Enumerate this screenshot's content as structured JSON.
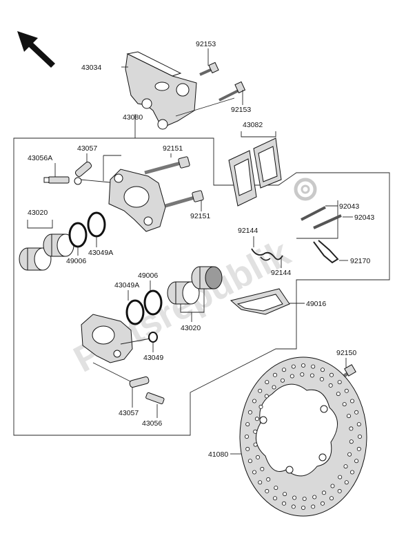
{
  "watermark": "Partsrepublik",
  "labels": {
    "l43034": "43034",
    "l92153a": "92153",
    "l92153b": "92153",
    "l43080": "43080",
    "l43082": "43082",
    "l43057a": "43057",
    "l43056A": "43056A",
    "l92151a": "92151",
    "l92151b": "92151",
    "l43020a": "43020",
    "l49006a": "49006",
    "l43049A": "43049A",
    "l92144a": "92144",
    "l92144b": "92144",
    "l92043a": "92043",
    "l92043b": "92043",
    "l92170": "92170",
    "l49006b": "49006",
    "l43049Ab": "43049A",
    "l43020b": "43020",
    "l49016": "49016",
    "l43049": "43049",
    "l92150": "92150",
    "l43057b": "43057",
    "l43056": "43056",
    "l41080": "41080"
  },
  "icons": [
    "direction-arrow-icon",
    "gear-icon"
  ]
}
